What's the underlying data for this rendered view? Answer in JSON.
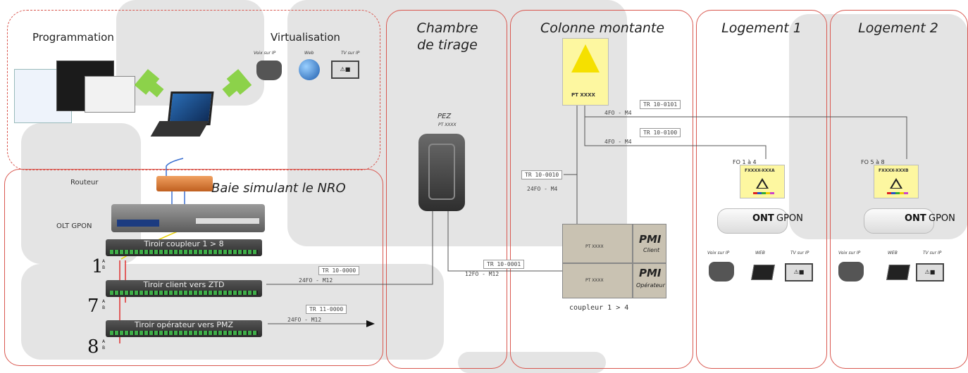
{
  "zones": {
    "chambre": "Chambre\nde tirage",
    "colonne": "Colonne montante",
    "logement1": "Logement 1",
    "logement2": "Logement 2",
    "baie": "Baie simulant le NRO"
  },
  "top_left": {
    "programmation": "Programmation",
    "virtualisation": "Virtualisation",
    "voip_label": "Voix sur IP",
    "web_label": "Web",
    "tv_label": "TV sur IP"
  },
  "nro": {
    "routeur": "Routeur",
    "olt": "OLT GPON",
    "tiroir1": "Tiroir coupleur 1 > 8",
    "tiroir2": "Tiroir client vers ZTD",
    "tiroir3": "Tiroir opérateur vers PMZ",
    "num1": "1",
    "num7": "7",
    "num8": "8",
    "a": "A",
    "b": "B"
  },
  "cables": {
    "tr0000": "TR 10-0000",
    "tr0000_sub": "24FO - M12",
    "tr11_0000": "TR 11-0000",
    "tr11_0000_sub": "24FO - M12",
    "tr0001": "TR 10-0001",
    "tr0001_sub": "12FO - M12",
    "tr0010": "TR 10-0010",
    "tr0010_sub": "24FO - M4",
    "tr0101": "TR 10-0101",
    "tr0101_sub": "4FO - M4",
    "tr0100": "TR 10-0100",
    "tr0100_sub": "4FO - M4"
  },
  "chambre": {
    "pez": "PEZ",
    "pez_sub": "PT XXXX"
  },
  "colonne": {
    "pt": "PT XXXX",
    "pmi_client": "PMI",
    "pmi_client_sub": "Client",
    "pmi_op": "PMI",
    "pmi_op_sub": "Opérateur",
    "pmi_pt1": "PT XXXX",
    "pmi_pt2": "PT XXXX",
    "coupleur": "coupleur 1 > 4"
  },
  "logement1": {
    "fo": "FO 1 à 4",
    "pto": "FXXXX-XXXA",
    "ont": "ONT",
    "gpon": "GPON",
    "voip": "Voix sur IP",
    "web": "WEB",
    "tv": "TV sur IP"
  },
  "logement2": {
    "fo": "FO 5 à 8",
    "pto": "FXXXX-XXXB",
    "ont": "ONT",
    "gpon": "GPON",
    "voip": "Voix sur IP",
    "web": "WEB",
    "tv": "TV sur IP"
  },
  "colors": {
    "zone_border": "#d9574f",
    "fiber_line": "#555555",
    "patch_red": "#e03030",
    "patch_yellow": "#e8d000",
    "ethernet": "#3a6fd0"
  }
}
